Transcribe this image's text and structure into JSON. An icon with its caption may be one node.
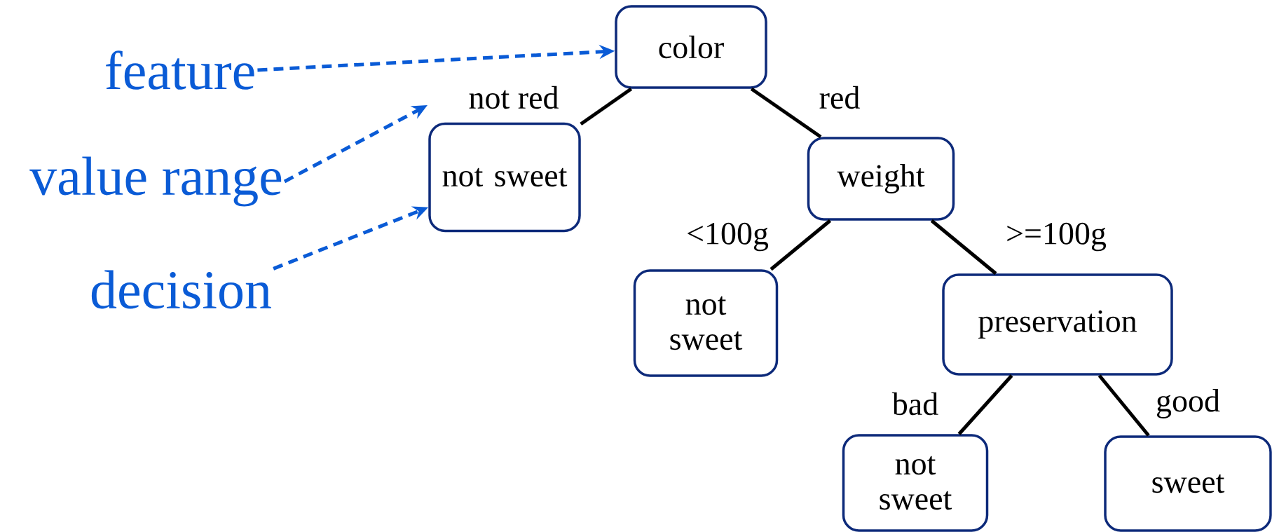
{
  "diagram": {
    "nodes": [
      {
        "text": [
          "color"
        ]
      },
      {
        "text": [
          "not sweet"
        ]
      },
      {
        "text": [
          "weight"
        ]
      },
      {
        "text": [
          "not sweet"
        ]
      },
      {
        "text": [
          "preservation"
        ]
      },
      {
        "text": [
          "not sweet"
        ]
      },
      {
        "text": [
          "sweet"
        ]
      },
      {
        "text": [
          "feature"
        ]
      },
      {
        "text": [
          "value range"
        ]
      },
      {
        "text": [
          "decision"
        ]
      }
    ],
    "edges": [
      {
        "from": 0,
        "to": 1,
        "arrow": "none",
        "label": "not red"
      },
      {
        "from": 0,
        "to": 2,
        "arrow": "none",
        "label": "red"
      },
      {
        "from": 2,
        "to": 3,
        "arrow": "none",
        "label": "<100g"
      },
      {
        "from": 2,
        "to": 4,
        "arrow": "none",
        "label": ">=100g"
      },
      {
        "from": 4,
        "to": 5,
        "arrow": "none",
        "label": "bad"
      },
      {
        "from": 4,
        "to": 6,
        "arrow": "none",
        "label": "good"
      },
      {
        "from": 7,
        "to": 0,
        "arrow": "to",
        "style": "dashed",
        "color": "#0a5bd6"
      },
      {
        "from": 8,
        "to": null,
        "arrow": "to",
        "style": "dashed",
        "color": "#0a5bd6"
      },
      {
        "from": 9,
        "to": 1,
        "arrow": "to",
        "style": "dashed",
        "color": "#0a5bd6"
      }
    ]
  }
}
